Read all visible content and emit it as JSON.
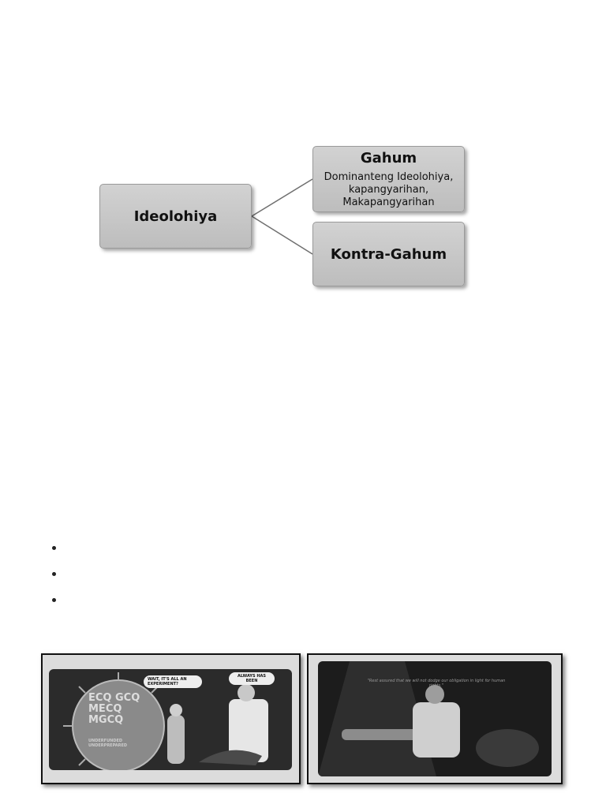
{
  "diagram": {
    "root": {
      "title": "Ideolohiya"
    },
    "branches": [
      {
        "title": "Gahum",
        "subtitle": "Dominanteng Ideolohiya, kapangyarihan, Makapangyarihan"
      },
      {
        "title": "Kontra-Gahum"
      }
    ]
  },
  "bullets": [
    "",
    "",
    ""
  ],
  "images": {
    "left": {
      "lockdown_labels": "ECQ GCQ MECQ MGCQ",
      "lockdown_sublabel": "UNDERFUNDED UNDERPREPARED",
      "speech_bubble": "WAIT, IT'S ALL AN EXPERIMENT?",
      "speech_bubble_2": "ALWAYS HAS BEEN"
    },
    "right": {
      "quote": "\"Rest assured that we will not dodge our obligation in light for human rights.\""
    }
  }
}
